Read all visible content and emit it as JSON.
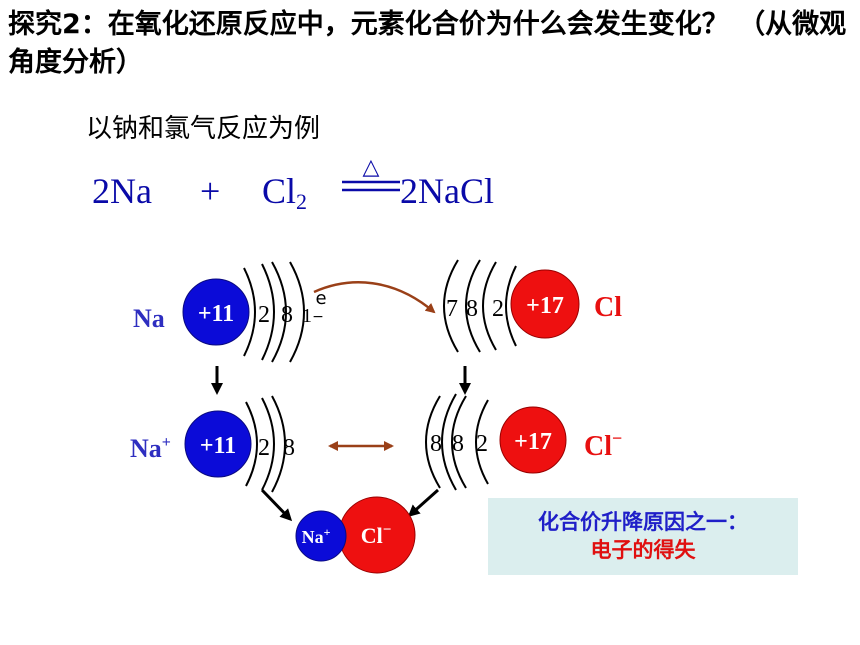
{
  "title": "探究2：在氧化还原反应中，元素化合价为什么会发生变化？ （从微观角度分析）",
  "subtitle": "以钠和氯气反应为例",
  "equation": {
    "reactant1": "2Na",
    "plus": "+",
    "reactant2": "Cl",
    "reactant2_sub": "2",
    "condition": "△",
    "product": "2NaCl"
  },
  "diagram": {
    "na_atom": {
      "label": "Na",
      "nucleus": "+11",
      "shells": [
        "2",
        "8",
        "1"
      ],
      "electron": "e",
      "electron_sign": "−"
    },
    "cl_atom": {
      "label": "Cl",
      "nucleus": "+17",
      "shells": [
        "7",
        "8",
        "2"
      ]
    },
    "na_ion": {
      "label": "Na",
      "charge": "+",
      "nucleus": "+11",
      "shells": [
        "2",
        "8"
      ]
    },
    "cl_ion": {
      "label": "Cl",
      "charge": "−",
      "nucleus": "+17",
      "shells": [
        "8",
        "8",
        "2"
      ]
    },
    "nacl": {
      "na": "Na",
      "na_charge": "+",
      "cl": "Cl",
      "cl_charge": "−"
    }
  },
  "note": {
    "line1": "化合价升降原因之一：",
    "line2": "电子的得失"
  },
  "colors": {
    "blue_ball": "#0b0bd8",
    "red_ball": "#ee1010",
    "label_blue": "#2e2ec0",
    "label_red": "#e81010",
    "arrow_brown": "#9a4018",
    "note_bg": "#dbeeee"
  }
}
